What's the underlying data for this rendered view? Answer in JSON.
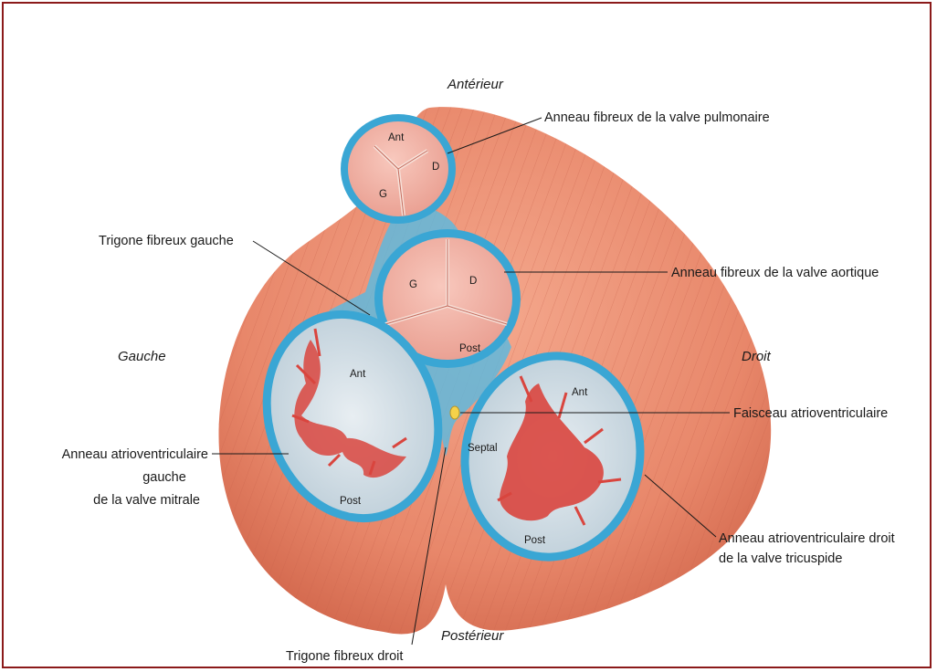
{
  "orientation": {
    "anterior": "Antérieur",
    "posterior": "Postérieur",
    "left": "Gauche",
    "right": "Droit"
  },
  "labels": {
    "pulmonary_ring": "Anneau fibreux de la valve pulmonaire",
    "left_trigone": "Trigone fibreux gauche",
    "aortic_ring": "Anneau fibreux de la valve aortique",
    "av_bundle": "Faisceau atrioventriculaire",
    "mitral_ring_line1": "Anneau atrioventriculaire",
    "mitral_ring_line2": "gauche",
    "mitral_ring_line3": "de la valve mitrale",
    "tricuspid_ring_line1": "Anneau atrioventriculaire droit",
    "tricuspid_ring_line2": "de la valve tricuspide",
    "right_trigone": "Trigone fibreux droit"
  },
  "cusps": {
    "pulmonary": {
      "ant": "Ant",
      "right": "D",
      "left": "G"
    },
    "aortic": {
      "left": "G",
      "right": "D",
      "post": "Post"
    },
    "mitral": {
      "ant": "Ant",
      "post": "Post"
    },
    "tricuspid": {
      "ant": "Ant",
      "septal": "Septal",
      "post": "Post"
    }
  },
  "colors": {
    "border": "#8b1a1a",
    "muscle": "#e8876a",
    "fibrous_ring": "#3aa6d4",
    "valve_pink": "#f2b3a6",
    "valve_leaflet": "#d9453e",
    "bundle": "#f5d24a"
  }
}
